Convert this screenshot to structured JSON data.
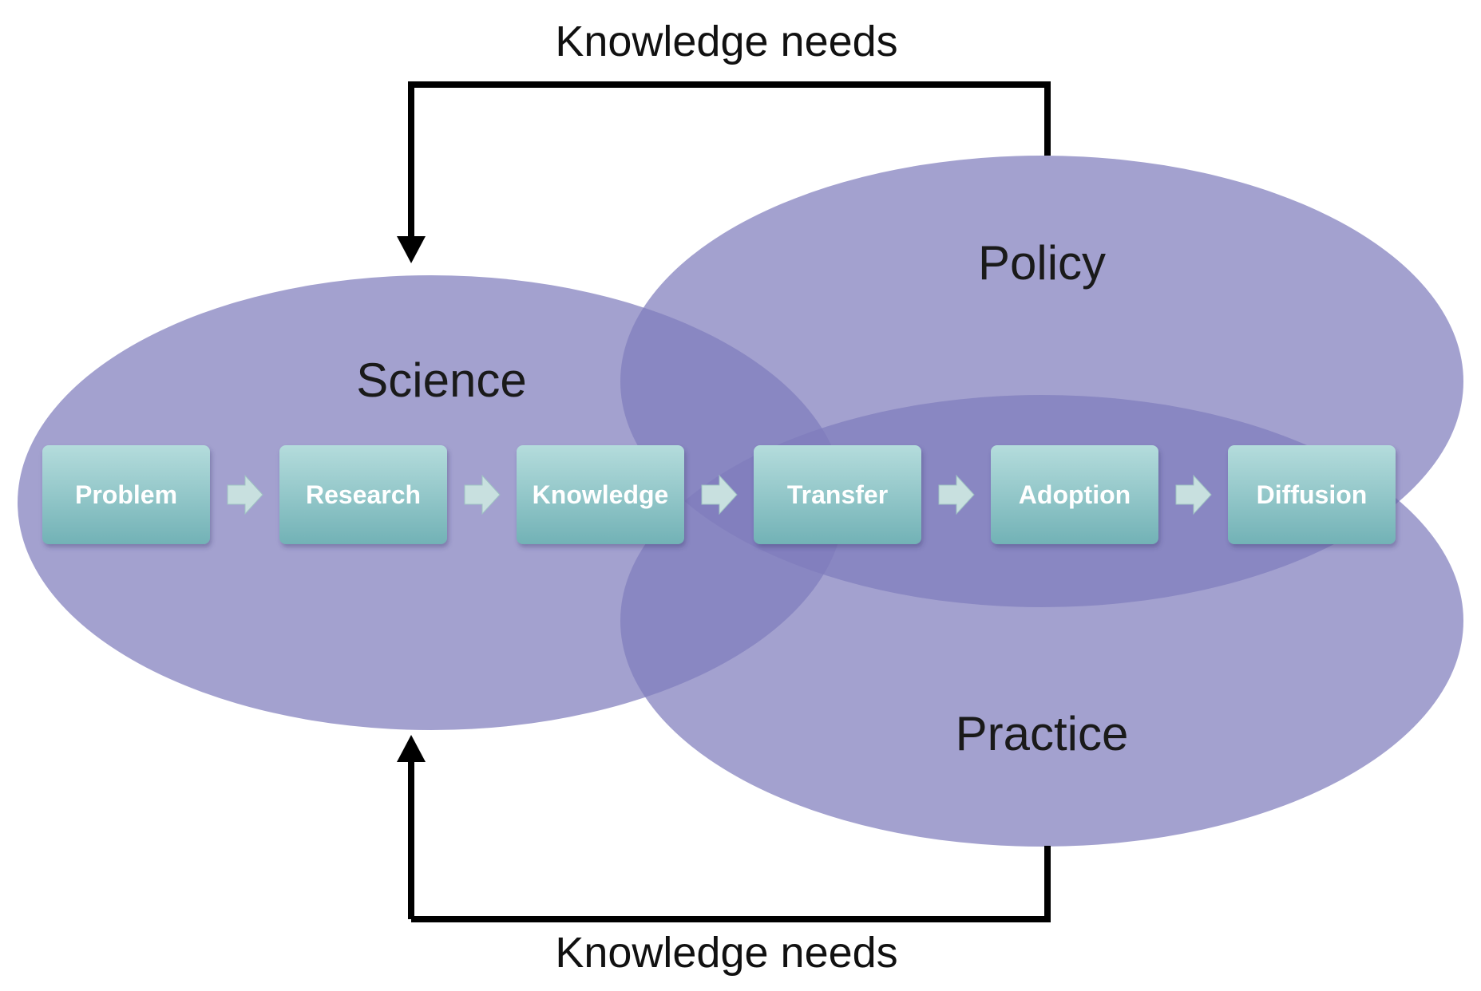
{
  "feedback": {
    "top_label": "Knowledge needs",
    "bottom_label": "Knowledge needs"
  },
  "regions": {
    "science": "Science",
    "policy": "Policy",
    "practice": "Practice"
  },
  "process_steps": [
    "Problem",
    "Research",
    "Knowledge",
    "Transfer",
    "Adoption",
    "Diffusion"
  ],
  "colors": {
    "ellipse_fill": "#7f7dbd",
    "step_box_top": "#a9d7d8",
    "step_box_bottom": "#76b6b9",
    "step_arrow": "#c5dede",
    "feedback_line": "#000000"
  }
}
